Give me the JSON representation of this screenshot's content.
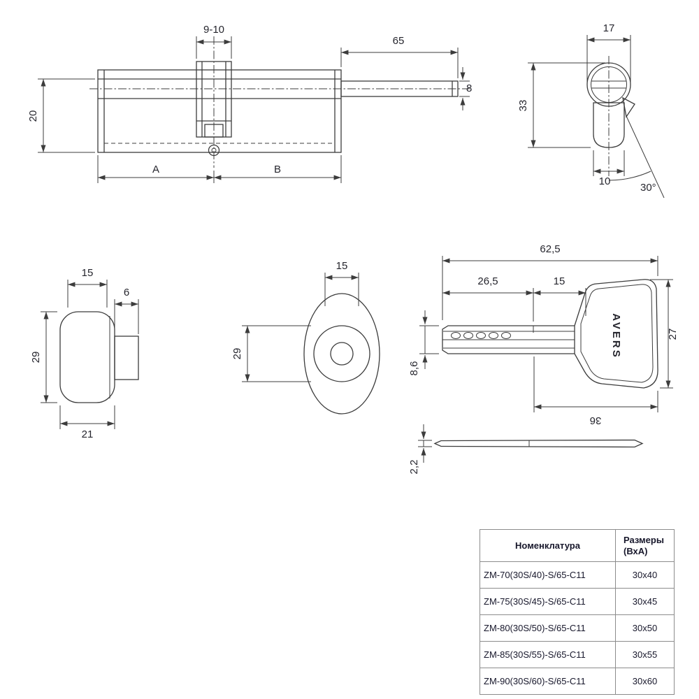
{
  "cylinder_view": {
    "dim_cam_width": "9-10",
    "dim_stem_length": "65",
    "dim_stem_height": "8",
    "dim_body_height": "20",
    "dim_a": "A",
    "dim_b": "B"
  },
  "section_view": {
    "dim_width": "17",
    "dim_height": "33",
    "dim_bottom": "10",
    "dim_angle": "30°"
  },
  "knob_view": {
    "dim_top": "15",
    "dim_stem": "6",
    "dim_height": "29",
    "dim_bottom": "21"
  },
  "face_view": {
    "dim_width": "15",
    "dim_height": "29"
  },
  "key_view": {
    "brand": "AVERS",
    "dim_total": "62,5",
    "dim_front": "26,5",
    "dim_mid": "15",
    "dim_head_height": "27",
    "dim_blade_width": "8,6",
    "dim_head_width": "36",
    "dim_thickness": "2,2"
  },
  "table": {
    "header_nomenclature": "Номенклатура",
    "header_size_line1": "Размеры",
    "header_size_line2": "(ВхА)",
    "rows": [
      {
        "name": "ZM-70(30S/40)-S/65-C11",
        "size": "30x40"
      },
      {
        "name": "ZM-75(30S/45)-S/65-C11",
        "size": "30x45"
      },
      {
        "name": "ZM-80(30S/50)-S/65-C11",
        "size": "30x50"
      },
      {
        "name": "ZM-85(30S/55)-S/65-C11",
        "size": "30x55"
      },
      {
        "name": "ZM-90(30S/60)-S/65-C11",
        "size": "30x60"
      }
    ]
  }
}
